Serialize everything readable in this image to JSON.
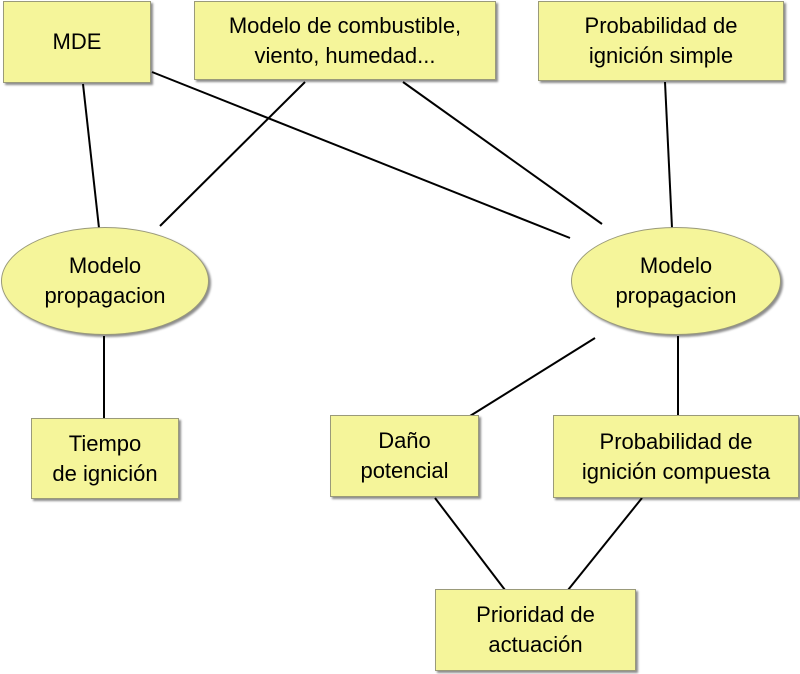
{
  "diagram": {
    "nodes": {
      "mde": "MDE",
      "modelo_combustible": "Modelo de combustible,\nviento, humedad...",
      "prob_ignicion_simple": "Probabilidad de\nignición simple",
      "modelo_propagacion_left": "Modelo\npropagacion",
      "modelo_propagacion_right": "Modelo\npropagacion",
      "tiempo_ignicion": "Tiempo\nde ignición",
      "dano_potencial": "Daño\npotencial",
      "prob_ignicion_compuesta": "Probabilidad de\nignición compuesta",
      "prioridad_actuacion": "Prioridad de\nactuación"
    },
    "colors": {
      "node_fill": "#f5f59a",
      "edge": "#000000"
    }
  }
}
